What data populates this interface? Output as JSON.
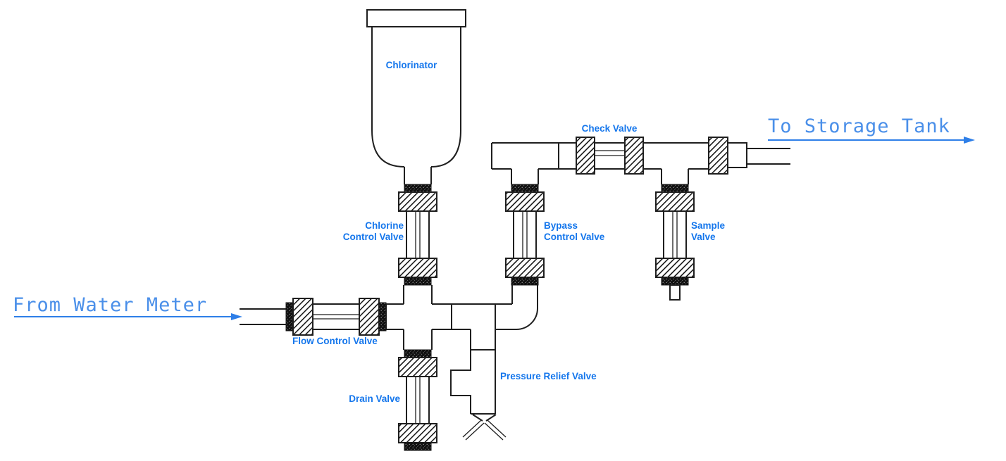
{
  "diagram": {
    "labels": {
      "chlorinator": "Chlorinator",
      "check_valve": "Check Valve",
      "chlorine_control_valve": {
        "line1": "Chlorine",
        "line2": "Control Valve"
      },
      "bypass_control_valve": {
        "line1": "Bypass",
        "line2": "Control Valve"
      },
      "sample_valve": {
        "line1": "Sample",
        "line2": "Valve"
      },
      "flow_control_valve": "Flow Control Valve",
      "drain_valve": "Drain Valve",
      "pressure_relief_valve": "Pressure Relief Valve"
    },
    "flow_annotations": {
      "inlet": "From Water Meter",
      "outlet": "To Storage Tank"
    },
    "colors": {
      "component_label_blue": "#1476ec",
      "flow_annotation_blue": "#4a8fe9",
      "arrow_blue": "#2e7fe8",
      "line_color": "#1f1f1f"
    }
  }
}
